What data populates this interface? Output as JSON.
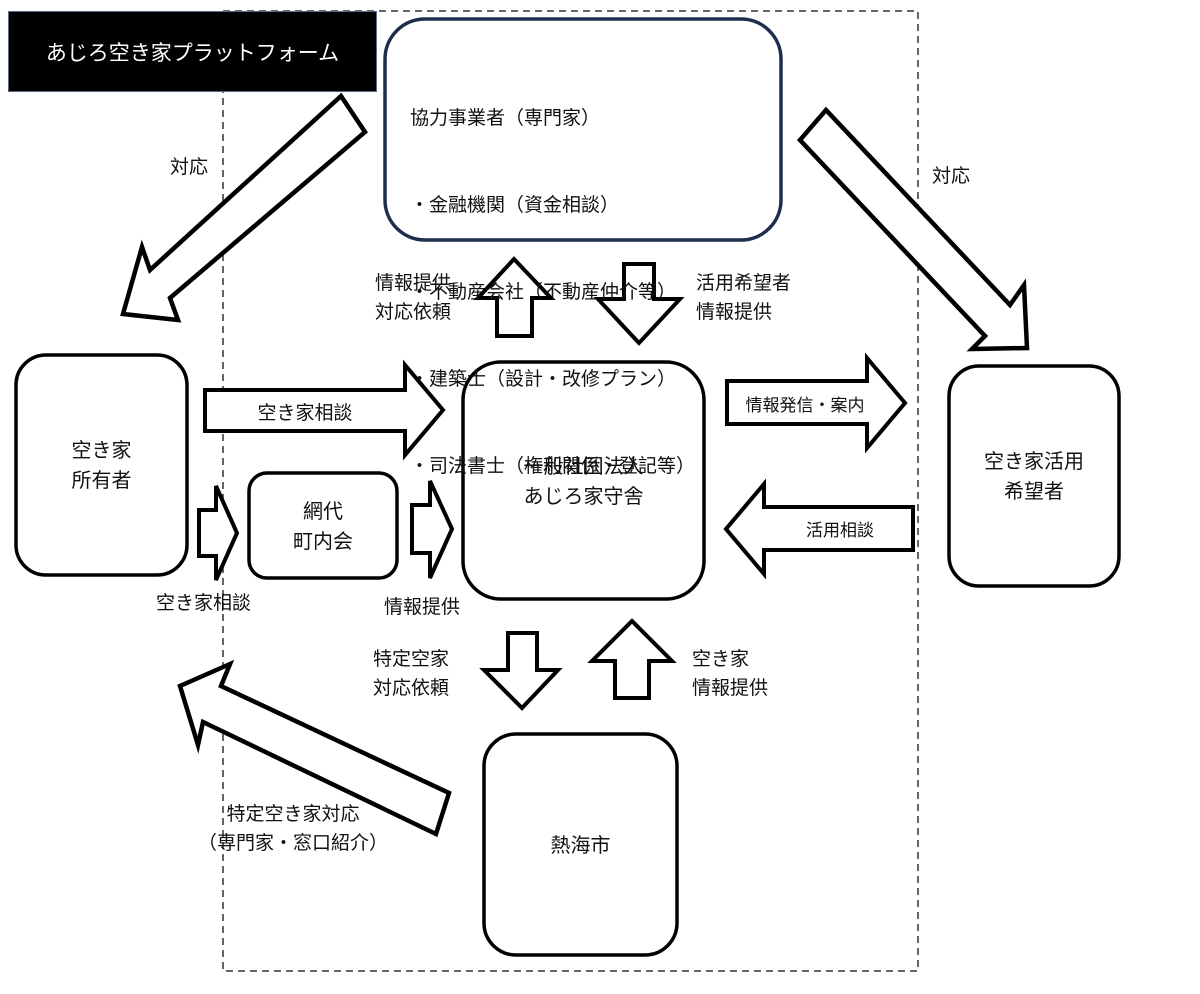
{
  "title": "あじろ空き家プラットフォーム",
  "nodes": {
    "partners": {
      "heading": "協力事業者（専門家）",
      "items": [
        "・金融機関（資金相談）",
        "・不動産会社（不動産仲介等）",
        "・建築士（設計・改修プラン）",
        "・司法書士（権利関係・登記等）"
      ]
    },
    "owner": "空き家\n所有者",
    "neighborhood": "網代\n町内会",
    "center": "一般社団法人\nあじろ家守舎",
    "seeker": "空き家活用\n希望者",
    "city": "熱海市"
  },
  "edges": {
    "partners_to_owner": "対応",
    "partners_to_seeker": "対応",
    "center_to_partners": "情報提供\n対応依頼",
    "partners_to_center": "活用希望者\n情報提供",
    "owner_to_center": "空き家相談",
    "owner_to_neighborhood": "空き家相談",
    "neighborhood_to_center": "情報提供",
    "center_to_seeker": "情報発信・案内",
    "seeker_to_center": "活用相談",
    "center_to_city": "特定空家\n対応依頼",
    "city_to_center": "空き家\n情報提供",
    "city_to_owner": "特定空き家対応\n（専門家・窓口紹介）"
  },
  "colors": {
    "stroke": "#000000",
    "partner_border": "#1f2d4d",
    "title_bg": "#000000",
    "title_text": "#ffffff"
  }
}
